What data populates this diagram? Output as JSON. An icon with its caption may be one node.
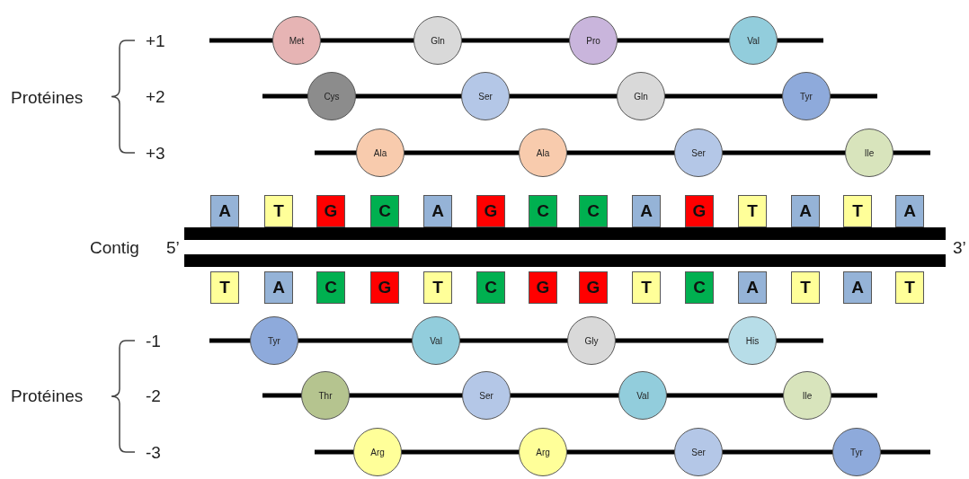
{
  "diagram": {
    "nodes": [
      {
        "text": [
          "Met"
        ]
      },
      {
        "text": [
          "Gln"
        ]
      },
      {
        "text": [
          "Pro"
        ]
      },
      {
        "text": [
          "Val"
        ]
      },
      {
        "text": [
          "Cys"
        ]
      },
      {
        "text": [
          "Ser"
        ]
      },
      {
        "text": [
          "Gln"
        ]
      },
      {
        "text": [
          "Tyr"
        ]
      },
      {
        "text": [
          "Ala"
        ]
      },
      {
        "text": [
          "Ala"
        ]
      },
      {
        "text": [
          "Ser"
        ]
      },
      {
        "text": [
          "Ile"
        ]
      },
      {
        "text": [
          "A"
        ]
      },
      {
        "text": [
          "T"
        ]
      },
      {
        "text": [
          "G"
        ]
      },
      {
        "text": [
          "C"
        ]
      },
      {
        "text": [
          "A"
        ]
      },
      {
        "text": [
          "G"
        ]
      },
      {
        "text": [
          "C"
        ]
      },
      {
        "text": [
          "C"
        ]
      },
      {
        "text": [
          "A"
        ]
      },
      {
        "text": [
          "G"
        ]
      },
      {
        "text": [
          "T"
        ]
      },
      {
        "text": [
          "A"
        ]
      },
      {
        "text": [
          "T"
        ]
      },
      {
        "text": [
          "A"
        ]
      },
      {
        "text": [
          "T"
        ]
      },
      {
        "text": [
          "A"
        ]
      },
      {
        "text": [
          "C"
        ]
      },
      {
        "text": [
          "G"
        ]
      },
      {
        "text": [
          "T"
        ]
      },
      {
        "text": [
          "C"
        ]
      },
      {
        "text": [
          "G"
        ]
      },
      {
        "text": [
          "G"
        ]
      },
      {
        "text": [
          "T"
        ]
      },
      {
        "text": [
          "C"
        ]
      },
      {
        "text": [
          "A"
        ]
      },
      {
        "text": [
          "T"
        ]
      },
      {
        "text": [
          "A"
        ]
      },
      {
        "text": [
          "T"
        ]
      },
      {
        "text": [
          "Tyr"
        ]
      },
      {
        "text": [
          "Val"
        ]
      },
      {
        "text": [
          "Gly"
        ]
      },
      {
        "text": [
          "His"
        ]
      },
      {
        "text": [
          "Thr"
        ]
      },
      {
        "text": [
          "Ser"
        ]
      },
      {
        "text": [
          "Val"
        ]
      },
      {
        "text": [
          "Ile"
        ]
      },
      {
        "text": [
          "Arg"
        ]
      },
      {
        "text": [
          "Arg"
        ]
      },
      {
        "text": [
          "Ser"
        ]
      },
      {
        "text": [
          "Tyr"
        ]
      }
    ],
    "edges": [],
    "labels": [
      "+1",
      "Protéines",
      "+2",
      "+3",
      "Contig",
      "5’",
      "3’",
      "-1",
      "Protéines",
      "-2",
      "-3"
    ]
  }
}
